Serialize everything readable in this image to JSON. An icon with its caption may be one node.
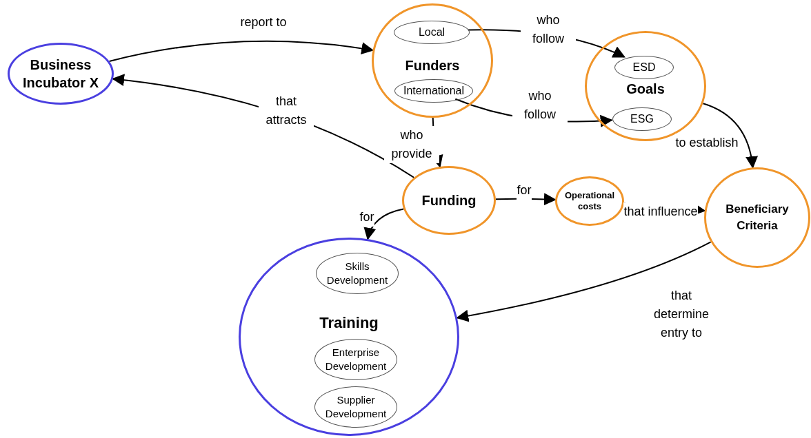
{
  "diagram": {
    "nodes": [
      {
        "text": [
          "Business Incubator X"
        ]
      },
      {
        "text": [
          "Funders"
        ]
      },
      {
        "text": [
          "Local"
        ],
        "in": 1
      },
      {
        "text": [
          "International"
        ],
        "in": 1
      },
      {
        "text": [
          "Goals"
        ]
      },
      {
        "text": [
          "ESD"
        ],
        "in": 4
      },
      {
        "text": [
          "ESG"
        ],
        "in": 4
      },
      {
        "text": [
          "Funding"
        ]
      },
      {
        "text": [
          "Operational costs"
        ]
      },
      {
        "text": [
          "Beneficiary Criteria"
        ]
      },
      {
        "text": [
          "Training"
        ]
      },
      {
        "text": [
          "Skills Development"
        ],
        "in": 10
      },
      {
        "text": [
          "Enterprise Development"
        ],
        "in": 10
      },
      {
        "text": [
          "Supplier Development"
        ],
        "in": 10
      }
    ],
    "edges": [
      {
        "from": 0,
        "to": 1,
        "arrow": "to",
        "label": "report to"
      },
      {
        "from": 7,
        "to": 0,
        "arrow": "to",
        "label": "that attracts"
      },
      {
        "from": 2,
        "to": 5,
        "arrow": "to",
        "label": "who follow"
      },
      {
        "from": 3,
        "to": 6,
        "arrow": "to",
        "label": "who follow"
      },
      {
        "from": 1,
        "to": 7,
        "arrow": "to",
        "label": "who provide"
      },
      {
        "from": 4,
        "to": 9,
        "arrow": "to",
        "label": "to establish"
      },
      {
        "from": 7,
        "to": 8,
        "arrow": "to",
        "label": "for"
      },
      {
        "from": 8,
        "to": 9,
        "arrow": "to",
        "label": "that influence"
      },
      {
        "from": 7,
        "to": 10,
        "arrow": "to",
        "label": "for"
      },
      {
        "from": 9,
        "to": 10,
        "arrow": "to",
        "label": "that determine entry to"
      }
    ]
  }
}
